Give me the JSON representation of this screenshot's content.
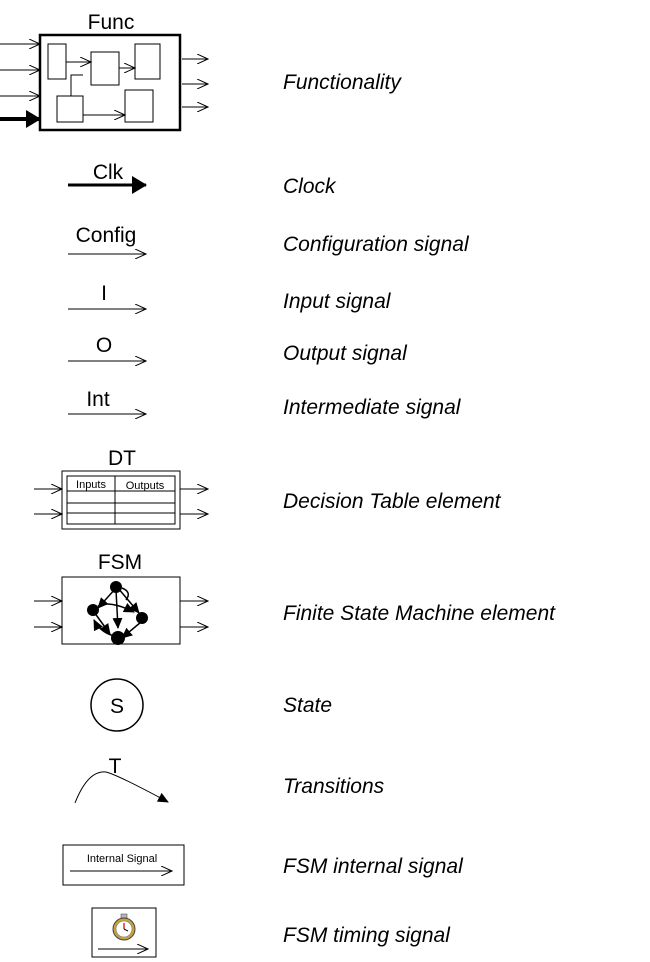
{
  "symbols": {
    "func": "Func",
    "clk": "Clk",
    "config": "Config",
    "input": "I",
    "output": "O",
    "intermediate": "Int",
    "dt": "DT",
    "dt_inputs": "Inputs",
    "dt_outputs": "Outputs",
    "fsm": "FSM",
    "state": "S",
    "transition": "T",
    "internal_signal": "Internal Signal"
  },
  "descriptions": {
    "functionality": "Functionality",
    "clock": "Clock",
    "configuration": "Configuration signal",
    "input": "Input signal",
    "output": "Output signal",
    "intermediate": "Intermediate signal",
    "decision_table": "Decision Table element",
    "fsm_element": "Finite State Machine element",
    "state": "State",
    "transitions": "Transitions",
    "fsm_internal": "FSM internal signal",
    "fsm_timing": "FSM timing signal"
  }
}
